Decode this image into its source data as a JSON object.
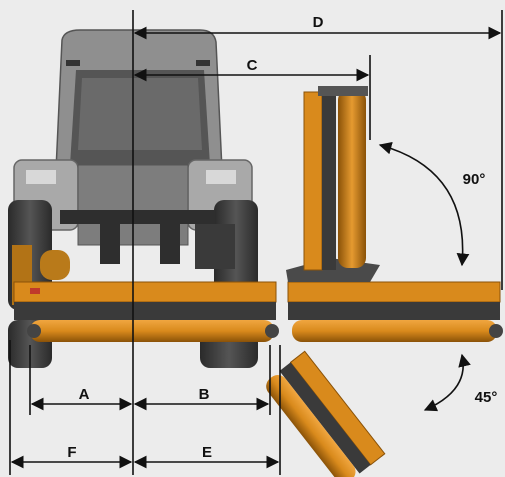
{
  "diagram": {
    "dimension_labels": {
      "a": "A",
      "b": "B",
      "c": "C",
      "d": "D",
      "e": "E",
      "f": "F"
    },
    "angle_labels": {
      "vertical": "90°",
      "diagonal": "45°"
    },
    "colors": {
      "background": "#ececec",
      "implement_orange": "#d98a1c",
      "implement_dark": "#3a3a3a",
      "tractor_grey": "#9a9a9a",
      "line": "#111111"
    }
  }
}
